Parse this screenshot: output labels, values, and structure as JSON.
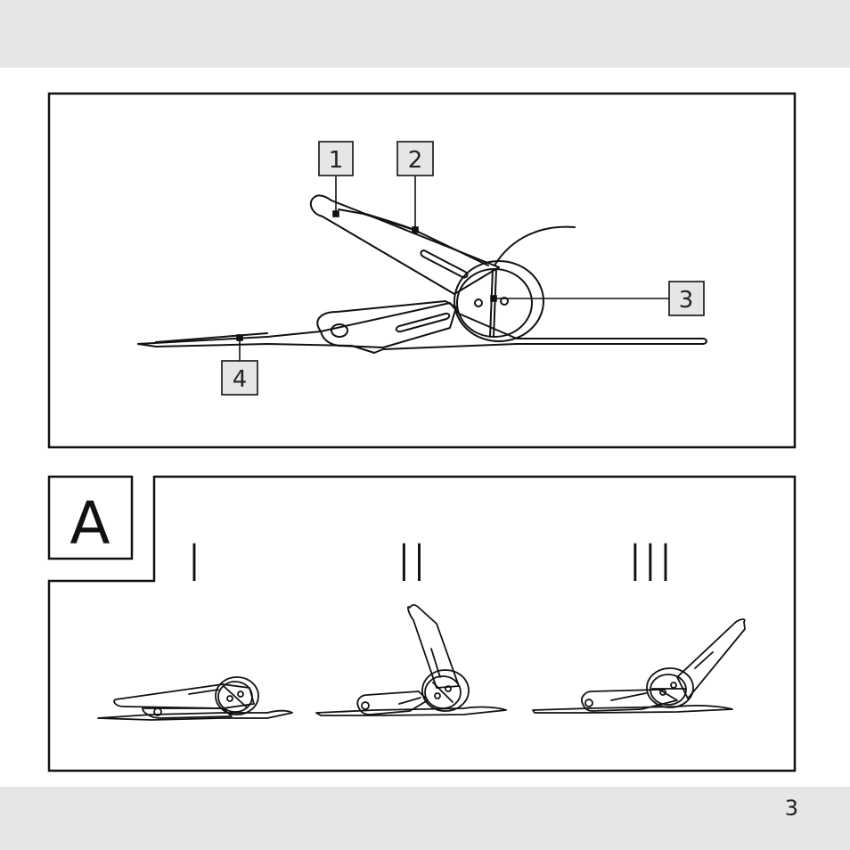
{
  "page_number": "3",
  "figure1": {
    "callouts": [
      "1",
      "2",
      "3",
      "4"
    ]
  },
  "figure_a": {
    "label": "A",
    "steps": [
      "I",
      "II",
      "III"
    ]
  }
}
